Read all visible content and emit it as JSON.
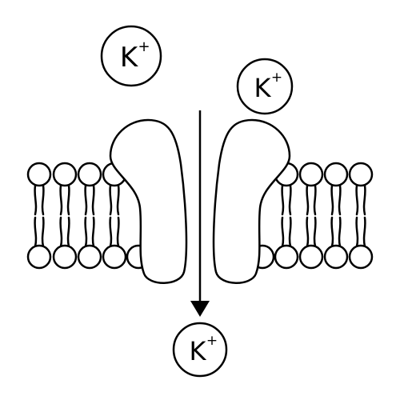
{
  "ions": [
    {
      "symbol": "K",
      "charge": "+"
    },
    {
      "symbol": "K",
      "charge": "+"
    },
    {
      "symbol": "K",
      "charge": "+"
    }
  ],
  "colors": {
    "stroke": "#000000",
    "fill": "#ffffff",
    "background": "#ffffff"
  },
  "icons": {
    "flow": "down-arrow-icon"
  }
}
